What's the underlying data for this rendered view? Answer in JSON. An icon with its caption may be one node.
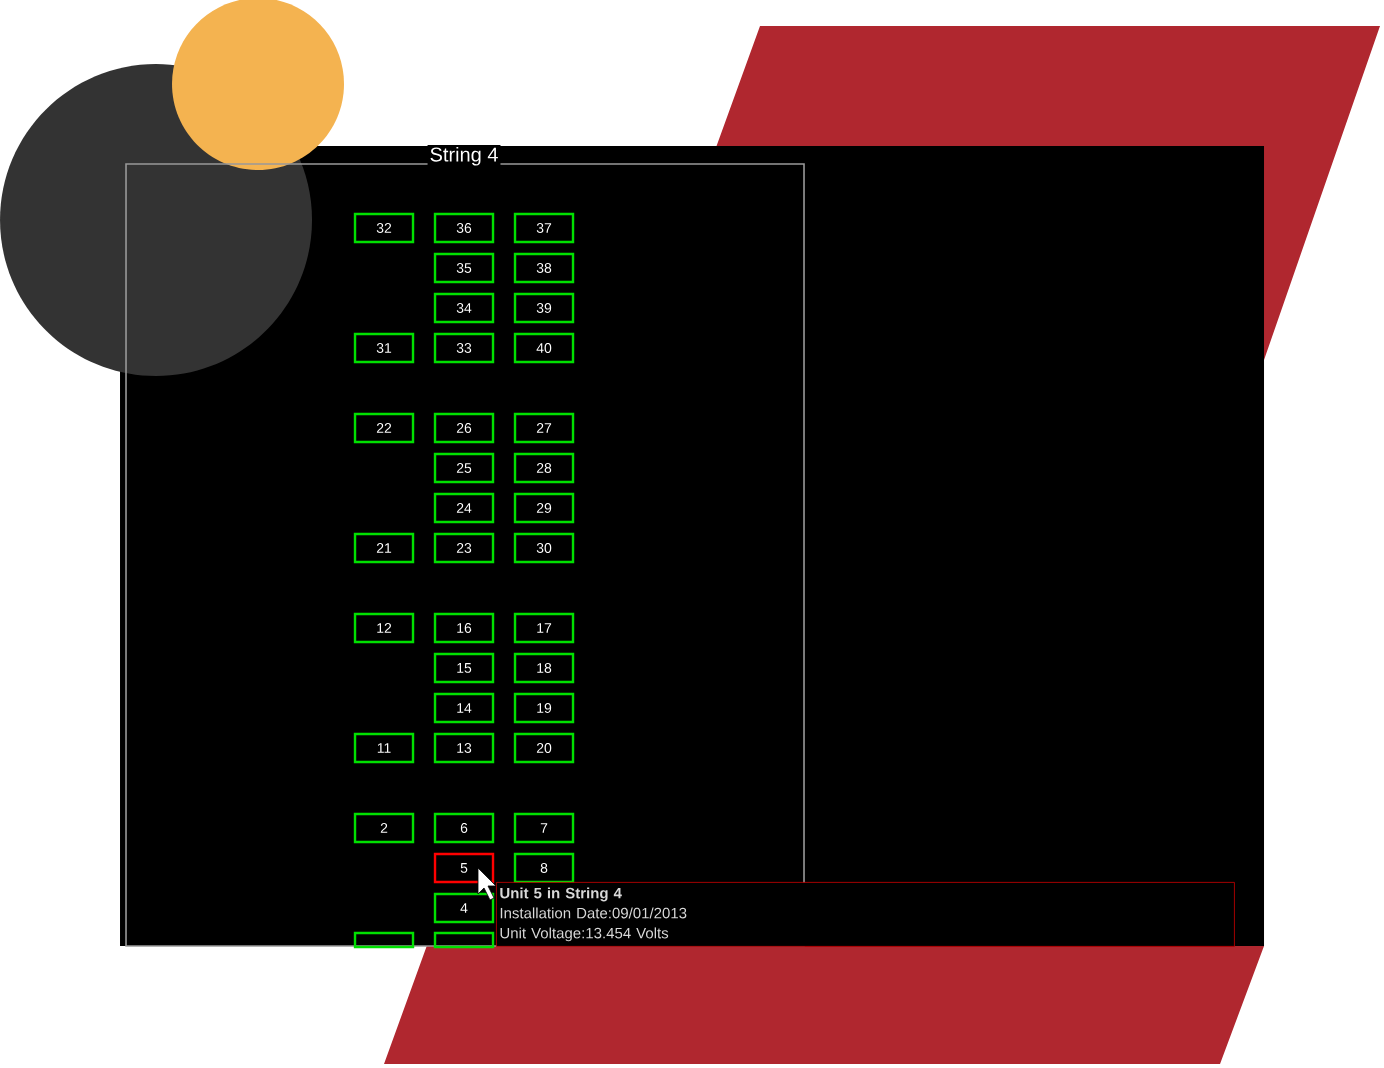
{
  "diagram": {
    "nodes": [
      {
        "text": [
          "String 4"
        ]
      },
      {
        "text": [
          "32"
        ],
        "in": 0
      },
      {
        "text": [
          "36"
        ],
        "in": 0
      },
      {
        "text": [
          "37"
        ],
        "in": 0
      },
      {
        "text": [
          "35"
        ],
        "in": 0
      },
      {
        "text": [
          "38"
        ],
        "in": 0
      },
      {
        "text": [
          "34"
        ],
        "in": 0
      },
      {
        "text": [
          "39"
        ],
        "in": 0
      },
      {
        "text": [
          "31"
        ],
        "in": 0
      },
      {
        "text": [
          "33"
        ],
        "in": 0
      },
      {
        "text": [
          "40"
        ],
        "in": 0
      },
      {
        "text": [
          "22"
        ],
        "in": 0
      },
      {
        "text": [
          "26"
        ],
        "in": 0
      },
      {
        "text": [
          "27"
        ],
        "in": 0
      },
      {
        "text": [
          "25"
        ],
        "in": 0
      },
      {
        "text": [
          "28"
        ],
        "in": 0
      },
      {
        "text": [
          "24"
        ],
        "in": 0
      },
      {
        "text": [
          "29"
        ],
        "in": 0
      },
      {
        "text": [
          "21"
        ],
        "in": 0
      },
      {
        "text": [
          "23"
        ],
        "in": 0
      },
      {
        "text": [
          "30"
        ],
        "in": 0
      },
      {
        "text": [
          "12"
        ],
        "in": 0
      },
      {
        "text": [
          "16"
        ],
        "in": 0
      },
      {
        "text": [
          "17"
        ],
        "in": 0
      },
      {
        "text": [
          "15"
        ],
        "in": 0
      },
      {
        "text": [
          "18"
        ],
        "in": 0
      },
      {
        "text": [
          "14"
        ],
        "in": 0
      },
      {
        "text": [
          "19"
        ],
        "in": 0
      },
      {
        "text": [
          "11"
        ],
        "in": 0
      },
      {
        "text": [
          "13"
        ],
        "in": 0
      },
      {
        "text": [
          "20"
        ],
        "in": 0
      },
      {
        "text": [
          "2"
        ],
        "in": 0
      },
      {
        "text": [
          "6"
        ],
        "in": 0
      },
      {
        "text": [
          "7"
        ],
        "in": 0
      },
      {
        "text": [
          "5"
        ],
        "in": 0
      },
      {
        "text": [
          "8"
        ],
        "in": 0
      },
      {
        "text": [
          "4"
        ],
        "in": 0
      },
      {
        "text": [],
        "shape": "box",
        "in": 0
      },
      {
        "text": [],
        "shape": "box",
        "in": 0
      },
      {
        "text": [
          "Unit 5 in String 4",
          "Installation Date:09/01/2013",
          "Unit Voltage:13.454 Volts"
        ]
      }
    ]
  }
}
